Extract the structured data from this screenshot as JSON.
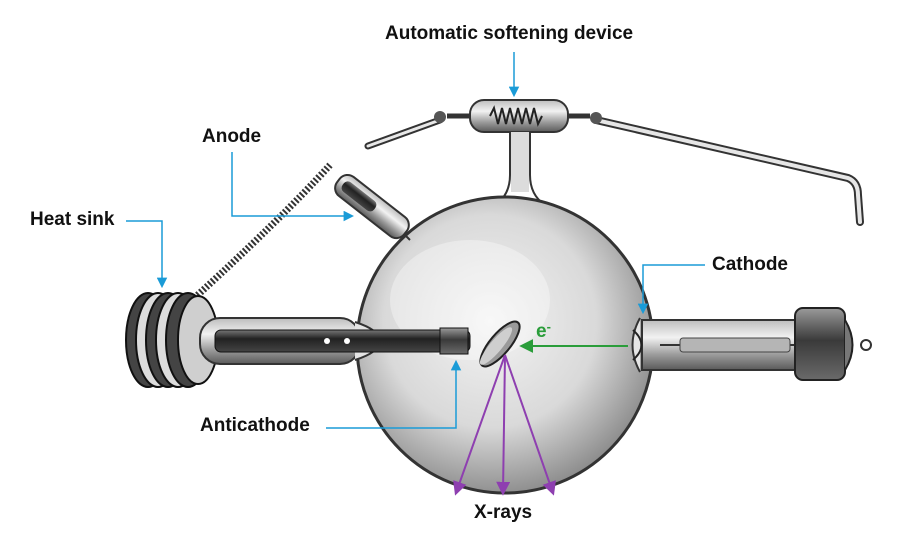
{
  "labels": {
    "automatic_softening_device": "Automatic softening device",
    "anode": "Anode",
    "heat_sink": "Heat sink",
    "cathode": "Cathode",
    "anticathode": "Anticathode",
    "x_rays": "X-rays",
    "electron": "e",
    "electron_charge": "-"
  },
  "colors": {
    "pointer_line": "#1a9bd7",
    "electron_beam": "#2a9d3a",
    "x_ray_rays": "#8e3fb0",
    "glass_outline": "#333333"
  }
}
